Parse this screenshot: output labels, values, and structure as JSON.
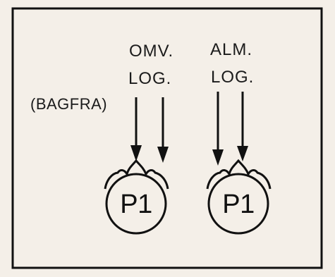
{
  "labels": {
    "left_top_line1": "OMV.",
    "left_top_line2": "LOG.",
    "right_top_line1": "ALM.",
    "right_top_line2": "LOG.",
    "side_label": "(BAGFRA)"
  },
  "nodes": {
    "left": "P1",
    "right": "P1"
  }
}
